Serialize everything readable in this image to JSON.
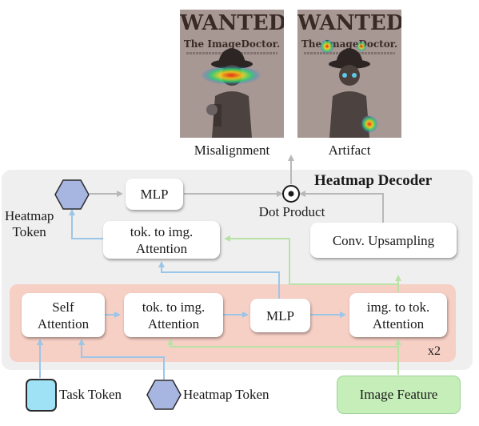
{
  "images": {
    "left_caption": "Misalignment",
    "right_caption": "Artifact",
    "poster_title": "WANTED",
    "poster_subtitle": "The ImageDoctor."
  },
  "decoder": {
    "title": "Heatmap Decoder",
    "heatmap_token_label": "Heatmap\nToken",
    "mlp_top": "MLP",
    "dot_product": "Dot Product",
    "tok_to_img_top": "tok. to img.\nAttention",
    "conv_upsampling": "Conv. Upsampling"
  },
  "block": {
    "self_attention": "Self\nAttention",
    "tok_to_img": "tok. to img.\nAttention",
    "mlp": "MLP",
    "img_to_tok": "img. to tok.\nAttention",
    "repeat": "x2"
  },
  "inputs": {
    "task_token": "Task Token",
    "heatmap_token": "Heatmap Token",
    "image_feature": "Image Feature"
  },
  "colors": {
    "gray_arrow": "#b8b8b8",
    "blue_arrow": "#9cc6e8",
    "green_arrow": "#b9e3a6",
    "token_fill": "#a7b6e0",
    "task_token_fill": "#9fe2f5",
    "image_feature_fill": "#c5eeb8",
    "repeat_block_fill": "#f6cfc5"
  }
}
